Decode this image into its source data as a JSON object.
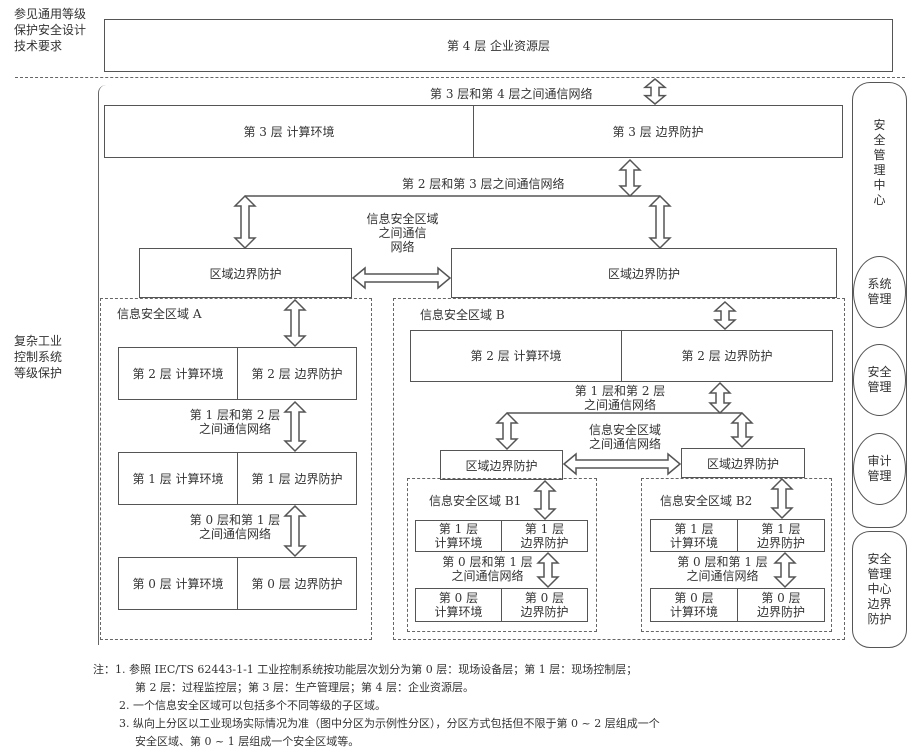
{
  "side_label_top": "参见通用等级\n保护安全设计\n技术要求",
  "side_label_mid": "复杂工业\n控制系统\n等级保护",
  "layer4": "第 4 层 企业资源层",
  "net_3_4": "第 3 层和第 4 层之间通信网络",
  "layer3": {
    "compute": "第 3 层 计算环境",
    "boundary": "第 3 层 边界防护"
  },
  "net_2_3": "第 2 层和第 3 层之间通信网络",
  "zone_boundary": "区域边界防护",
  "inter_zone_net": "信息安全区域\n之间通信\n网络",
  "zone_a": {
    "title": "信息安全区域 A",
    "l2": {
      "compute": "第 2 层 计算环境",
      "boundary": "第 2 层 边界防护"
    },
    "net_1_2": "第 1 层和第 2 层\n之间通信网络",
    "l1": {
      "compute": "第 1 层 计算环境",
      "boundary": "第 1 层 边界防护"
    },
    "net_0_1": "第 0 层和第 1 层\n之间通信网络",
    "l0": {
      "compute": "第 0 层 计算环境",
      "boundary": "第 0 层 边界防护"
    }
  },
  "zone_b": {
    "title": "信息安全区域 B",
    "l2": {
      "compute": "第 2 层 计算环境",
      "boundary": "第 2 层 边界防护"
    },
    "net_1_2": "第 1 层和第 2 层\n之间通信网络",
    "inter_zone_net": "信息安全区域\n之间通信网络",
    "boundary_b1": "区域边界防护",
    "boundary_b2": "区域边界防护",
    "b1": {
      "title": "信息安全区域 B1",
      "l1": {
        "compute": "第 1 层\n计算环境",
        "boundary": "第 1 层\n边界防护"
      },
      "net_0_1": "第 0 层和第 1 层\n之间通信网络",
      "l0": {
        "compute": "第 0 层\n计算环境",
        "boundary": "第 0 层\n边界防护"
      }
    },
    "b2": {
      "title": "信息安全区域 B2",
      "l1": {
        "compute": "第 1 层\n计算环境",
        "boundary": "第 1 层\n边界防护"
      },
      "net_0_1": "第 0 层和第 1 层\n之间通信网络",
      "l0": {
        "compute": "第 0 层\n计算环境",
        "boundary": "第 0 层\n边界防护"
      }
    }
  },
  "smc": {
    "title": "安\n全\n管\n理\n中\n心",
    "system_mgmt": "系统\n管理",
    "security_mgmt": "安全\n管理",
    "audit_mgmt": "审计\n管理",
    "boundary": "安全\n管理\n中心\n边界\n防护"
  },
  "notes": [
    "注：1. 参照 IEC/TS 62443-1-1 工业控制系统按功能层次划分为第 0 层：现场设备层；第 1 层：现场控制层；",
    "第 2 层：过程监控层；第 3 层：生产管理层；第 4 层：企业资源层。",
    "2. 一个信息安全区域可以包括多个不同等级的子区域。",
    "3. 纵向上分区以工业现场实际情况为准（图中分区为示例性分区），分区方式包括但不限于第 0 ~ 2 层组成一个",
    "安全区域、第 0 ~ 1 层组成一个安全区域等。"
  ]
}
